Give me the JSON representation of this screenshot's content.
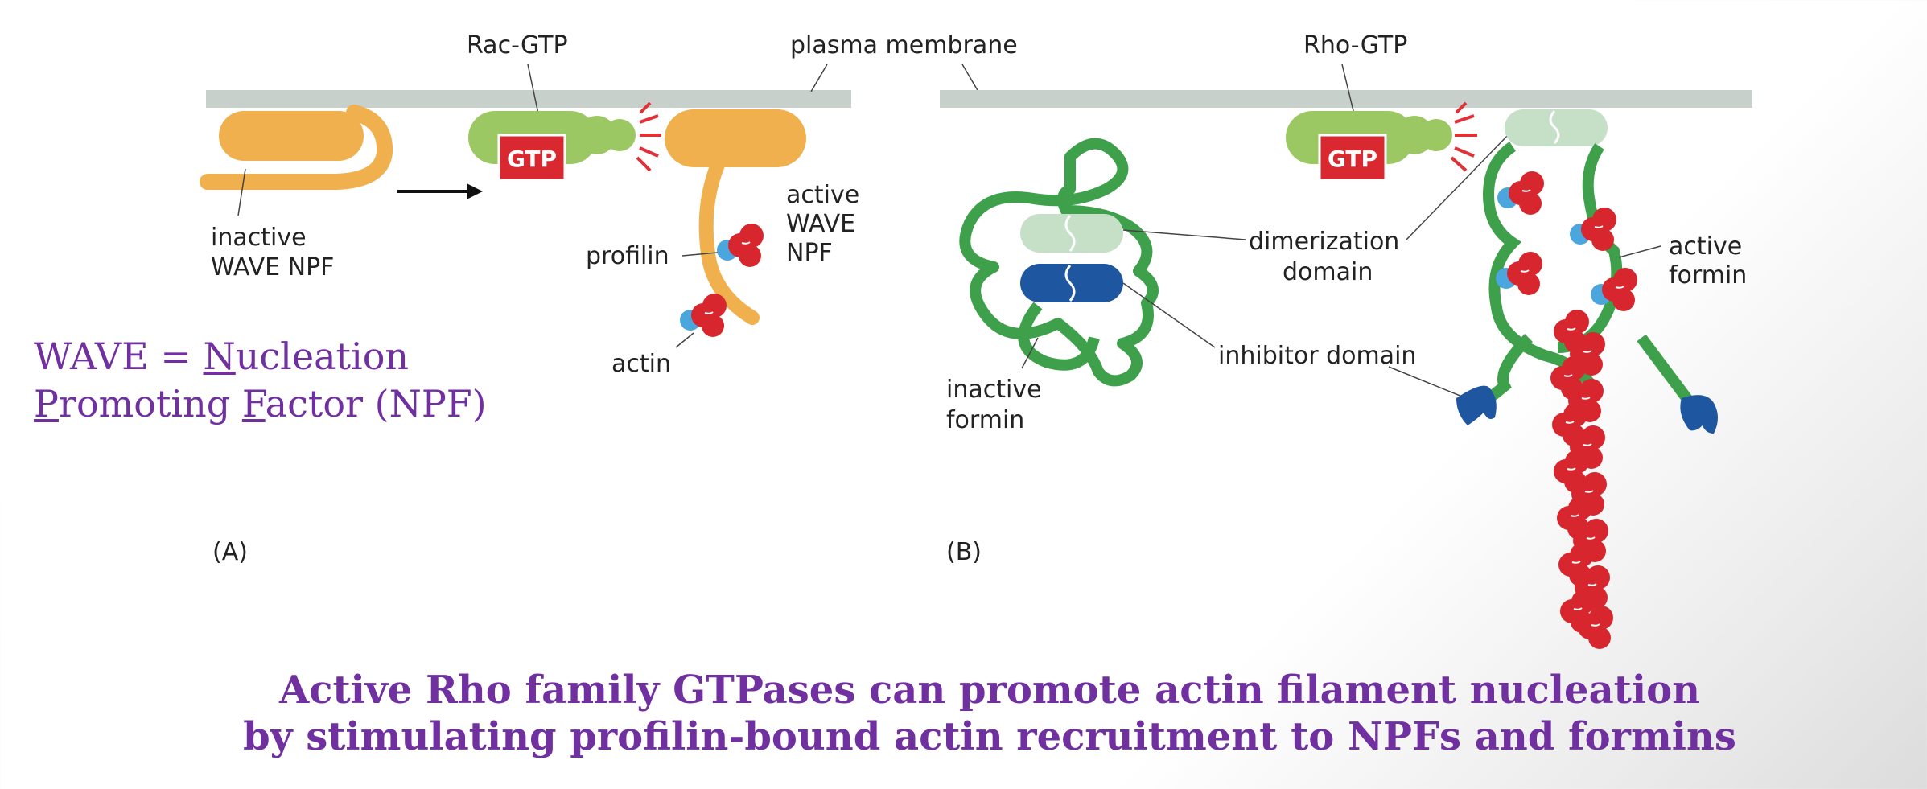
{
  "figure": {
    "labels": {
      "rac_gtp": "Rac-GTP",
      "plasma_membrane": "plasma membrane",
      "rho_gtp": "Rho-GTP",
      "gtp": "GTP",
      "inactive_wave_1": "inactive",
      "inactive_wave_2": "WAVE NPF",
      "active_wave_1": "active",
      "active_wave_2": "WAVE",
      "active_wave_3": "NPF",
      "profilin": "profilin",
      "actin": "actin",
      "dimerization_1": "dimerization",
      "dimerization_2": "domain",
      "inhibitor_domain": "inhibitor domain",
      "active_formin_1": "active",
      "active_formin_2": "formin",
      "inactive_formin_1": "inactive",
      "inactive_formin_2": "formin",
      "panel_a": "(A)",
      "panel_b": "(B)"
    },
    "colors": {
      "membrane": "#c8d0cc",
      "wave_orange": "#f0b04e",
      "gtpase_green": "#9cc863",
      "gtp_red": "#d9282f",
      "actin_red": "#d7262d",
      "profilin_blue": "#4aa6dd",
      "formin_green": "#3fa04c",
      "dimerization_lightgreen": "#c6e0c8",
      "inhibitor_blue": "#1f56a0",
      "definition_purple": "#7030a0"
    }
  },
  "definition": {
    "wave_prefix": "WAVE = ",
    "n": "N",
    "ucleation": "ucleation",
    "p": "P",
    "romoting": "romoting ",
    "f": "F",
    "actor_npf": "actor (NPF)"
  },
  "caption": {
    "line1": "Active Rho family GTPases can promote actin filament nucleation",
    "line2": "by stimulating profilin-bound actin recruitment to NPFs and formins"
  }
}
